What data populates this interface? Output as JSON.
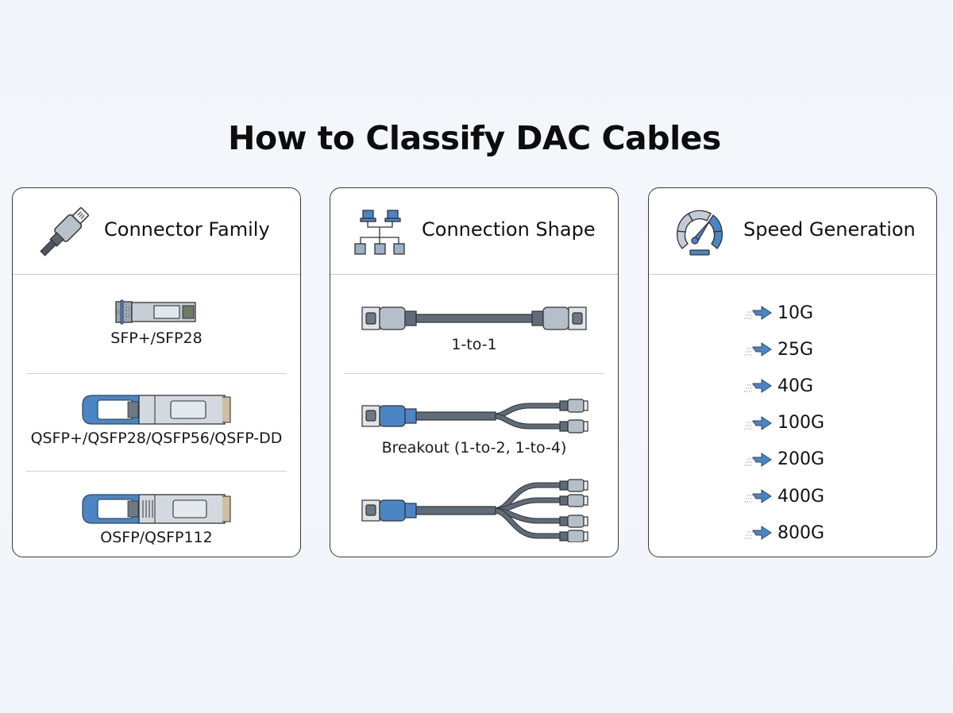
{
  "title": "How to Classify DAC Cables",
  "colors": {
    "accent_blue": "#4a86c5",
    "steel_gray": "#5f6b78",
    "light_gray": "#b8c2cc",
    "border": "#3a3a3a",
    "divider": "#d2d2d2"
  },
  "cards": [
    {
      "heading": "Connector Family",
      "icon": "plug-connector-icon",
      "items": [
        {
          "label": "SFP+/SFP28",
          "icon": "sfp-module-icon"
        },
        {
          "label": "QSFP+/QSFP28/QSFP56/QSFP-DD",
          "icon": "qsfp-module-icon"
        },
        {
          "label": "OSFP/QSFP112",
          "icon": "osfp-module-icon"
        }
      ]
    },
    {
      "heading": "Connection Shape",
      "icon": "network-topology-icon",
      "items": [
        {
          "label": "1-to-1",
          "icon": "straight-cable-icon"
        },
        {
          "label": "Breakout (1-to-2, 1-to-4)",
          "icon": "breakout-cable-1to2-icon"
        },
        {
          "label": "",
          "icon": "breakout-cable-1to4-icon"
        }
      ]
    },
    {
      "heading": "Speed Generation",
      "icon": "speedometer-icon",
      "speeds": [
        "10G",
        "25G",
        "40G",
        "100G",
        "200G",
        "400G",
        "800G"
      ],
      "speed_icon": "speed-arrow-icon"
    }
  ]
}
